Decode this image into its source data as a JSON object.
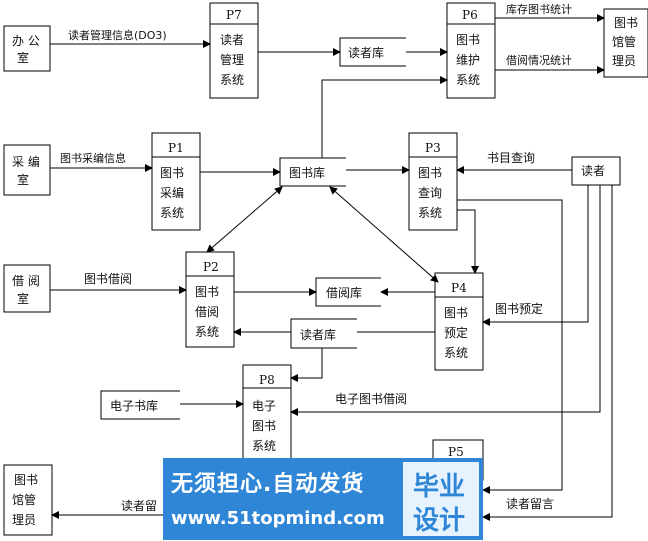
{
  "externals": {
    "office": "办公室",
    "acquisition": "采编室",
    "loan_room": "借阅室",
    "librarian_top": "图书馆管理员",
    "librarian_bottom": "图书馆管理员",
    "reader": "读者"
  },
  "processes": {
    "p7": {
      "id": "P7",
      "name": "读者管理系统"
    },
    "p6": {
      "id": "P6",
      "name": "图书维护系统"
    },
    "p1": {
      "id": "P1",
      "name": "图书采编系统"
    },
    "p3": {
      "id": "P3",
      "name": "图书查询系统"
    },
    "p2": {
      "id": "P2",
      "name": "图书借阅系统"
    },
    "p4": {
      "id": "P4",
      "name": "图书预定系统"
    },
    "p8": {
      "id": "P8",
      "name": "电子图书系统"
    },
    "p5": {
      "id": "P5",
      "name": ""
    }
  },
  "stores": {
    "reader_db_top": "读者库",
    "book_db": "图书库",
    "loan_db": "借阅库",
    "reader_db_mid": "读者库",
    "ebook_db": "电子书库"
  },
  "flows": {
    "reader_mgmt_info": "读者管理信息(DO3)",
    "inventory_stats": "库存图书统计",
    "loan_stats": "借阅情况统计",
    "book_acq_info": "图书采编信息",
    "catalog_query": "书目查询",
    "book_loan": "图书借阅",
    "book_reservation": "图书预定",
    "ebook_loan": "电子图书借阅",
    "reader_msg_right": "读者留言",
    "reader_msg_left": "读者留"
  },
  "watermark": {
    "line1": "无须担心.自动发货",
    "line2": "www.51topmind.com",
    "right1": "毕业",
    "right2": "设计"
  }
}
